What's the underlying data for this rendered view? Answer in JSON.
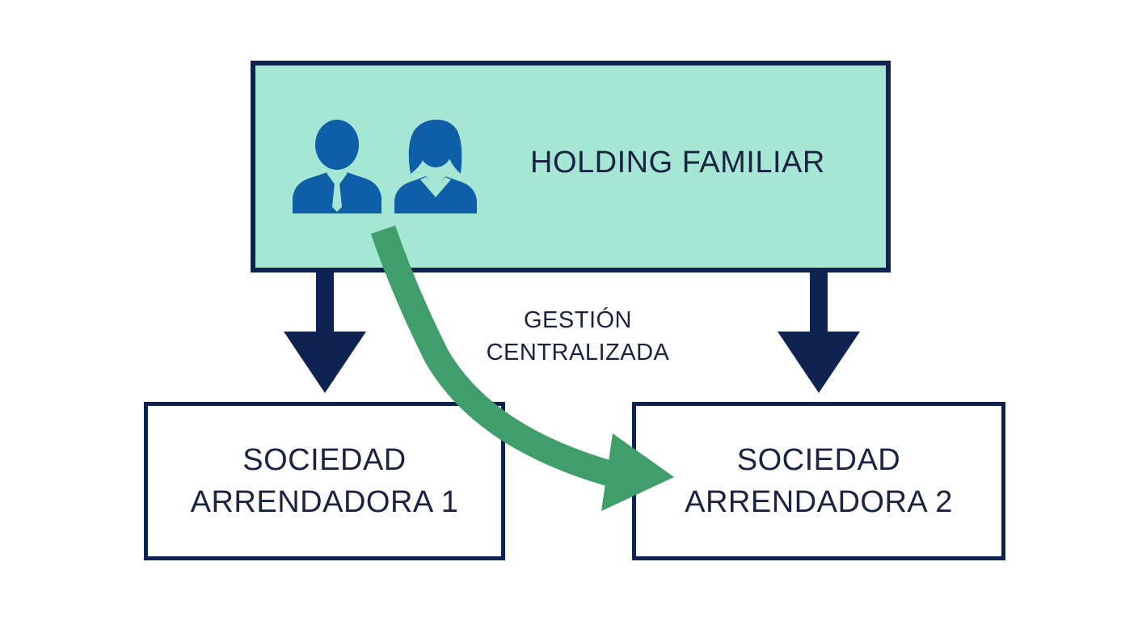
{
  "holding": {
    "title": "HOLDING FAMILIAR",
    "icons": [
      "businessman-icon",
      "businesswoman-icon"
    ]
  },
  "subsidiaries": [
    {
      "line1": "SOCIEDAD",
      "line2": "ARRENDADORA 1"
    },
    {
      "line1": "SOCIEDAD",
      "line2": "ARRENDADORA 2"
    }
  ],
  "management_arrow": {
    "label_line1": "GESTIÓN",
    "label_line2": "CENTRALIZADA"
  },
  "colors": {
    "navy": "#0f2352",
    "holding_fill": "#a6e6d4",
    "icon_blue": "#0f5ea8",
    "green_arrow": "#3f9e6a",
    "text": "#1a2340"
  }
}
